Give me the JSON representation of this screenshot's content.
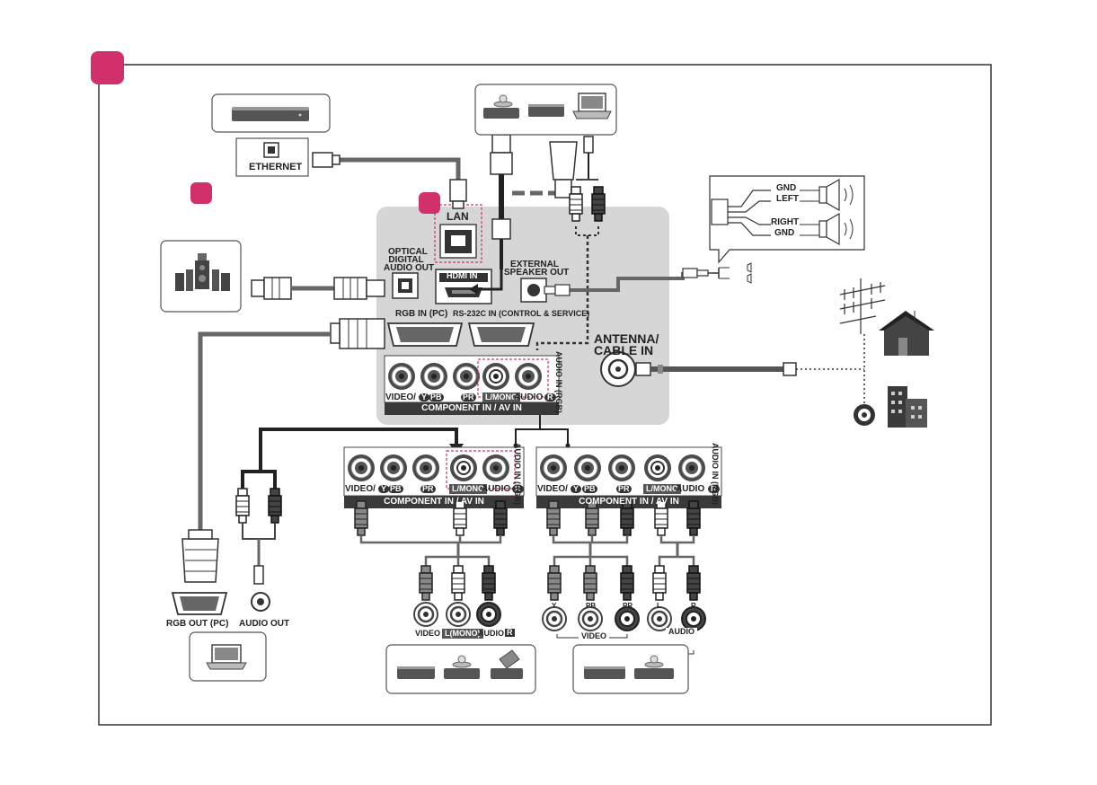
{
  "colors": {
    "accent": "#d2306b",
    "panel": "#d6d6d6",
    "cable": "#666666",
    "dark": "#222222"
  },
  "labels": {
    "ethernet": "ETHERNET",
    "lan": "LAN",
    "optical_line1": "OPTICAL",
    "optical_line2": "DIGITAL",
    "optical_line3": "AUDIO OUT",
    "hdmi_in": "HDMI IN",
    "external_speaker_line1": "EXTERNAL",
    "external_speaker_line2": "SPEAKER OUT",
    "rgb_in_pc": "RGB IN (PC)",
    "rs232c": "RS-232C IN (CONTROL & SERVICE)",
    "antenna_line1": "ANTENNA/",
    "antenna_line2": "CABLE IN",
    "video_y": "VIDEO/",
    "y": "Y",
    "pb": "PB",
    "pr": "PR",
    "l_mono": "L/MONO",
    "audio": "AUDIO",
    "r": "R",
    "audio_in_rgb": "AUDIO IN (RGB)",
    "component_in_av_in": "COMPONENT IN / AV IN",
    "gnd_top": "GND",
    "left": "LEFT",
    "right": "RIGHT",
    "gnd_bottom": "GND",
    "rgb_out_pc": "RGB OUT (PC)",
    "audio_out": "AUDIO OUT",
    "video": "VIDEO",
    "l_mono_paren": "L(MONO)",
    "audio_dash": "AUDIO",
    "bottom_y": "Y",
    "bottom_pb": "PB",
    "bottom_pr": "PR",
    "bottom_l": "L",
    "bottom_r": "R",
    "video_bracket": "VIDEO",
    "audio_bracket": "AUDIO"
  },
  "icons": [
    "router-icon",
    "speaker-system-icon",
    "dvd-player-icon",
    "set-top-box-icon",
    "laptop-icon",
    "antenna-icon",
    "house-icon",
    "building-icon",
    "camcorder-icon",
    "coax-plug-icon"
  ]
}
